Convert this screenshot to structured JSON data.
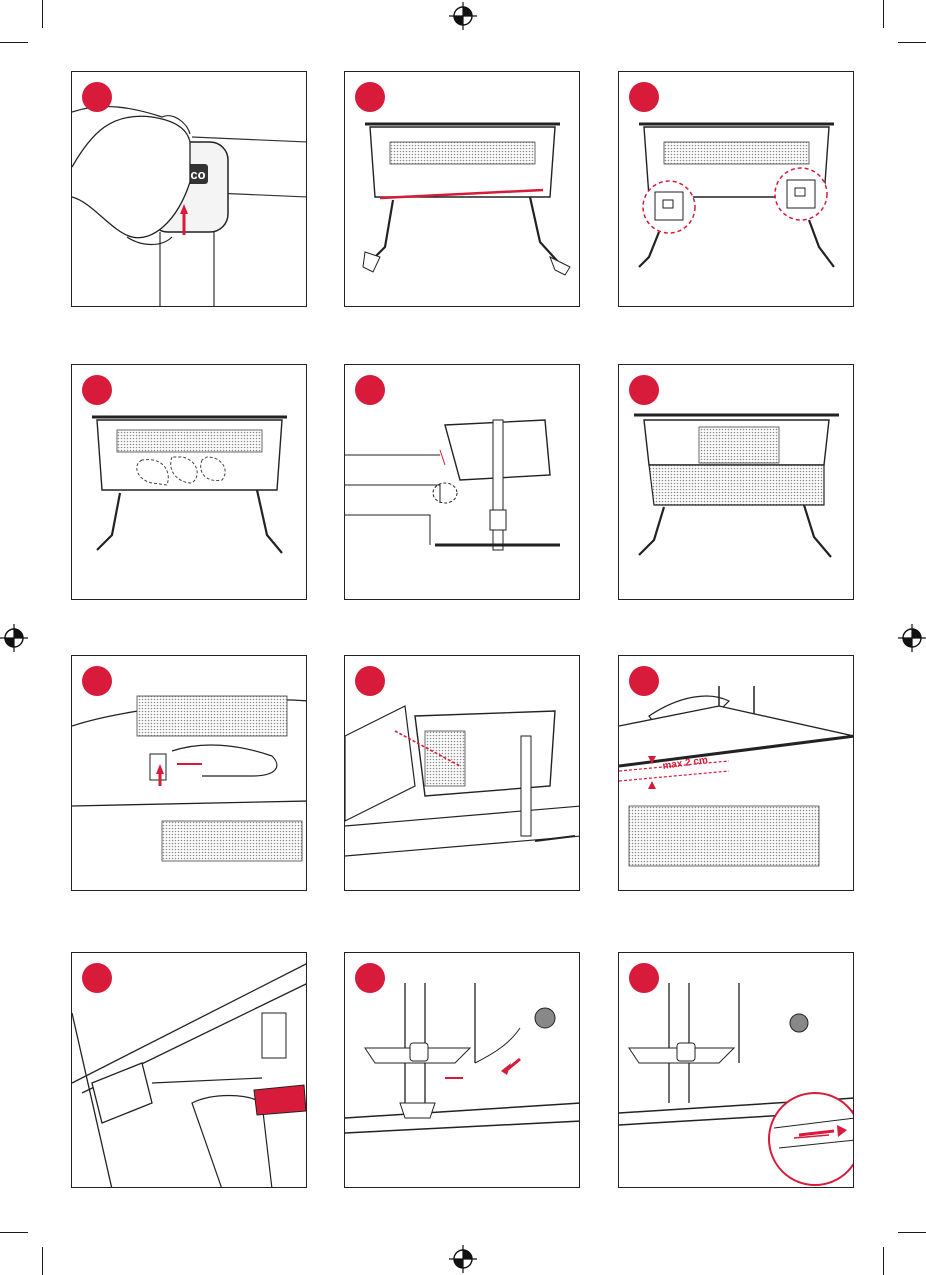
{
  "page": {
    "layout": "instruction-figure-grid",
    "rows": 4,
    "columns": 3
  },
  "colors": {
    "accent": "#d81b3a",
    "ink": "#222222",
    "mesh": "#9a9a9a",
    "background": "#ffffff"
  },
  "figures": [
    {
      "logo_text": "chicco",
      "icon": "up-arrow-icon"
    },
    {
      "icon": "red-highlight-bar"
    },
    {
      "icon": "dashed-circle-icon"
    },
    {
      "icon": "dashed-outline"
    },
    {
      "icon": "callout-lines"
    },
    {
      "icon": "bassinet-side"
    },
    {
      "icon": "up-arrow-icon"
    },
    {
      "icon": "red-dashed-line"
    },
    {
      "label": "max 2 cm",
      "icon": "gap-arrows"
    },
    {
      "icon": "red-buckle"
    },
    {
      "icon": "red-arrow-icon"
    },
    {
      "icon": "magnifier-circle"
    }
  ]
}
